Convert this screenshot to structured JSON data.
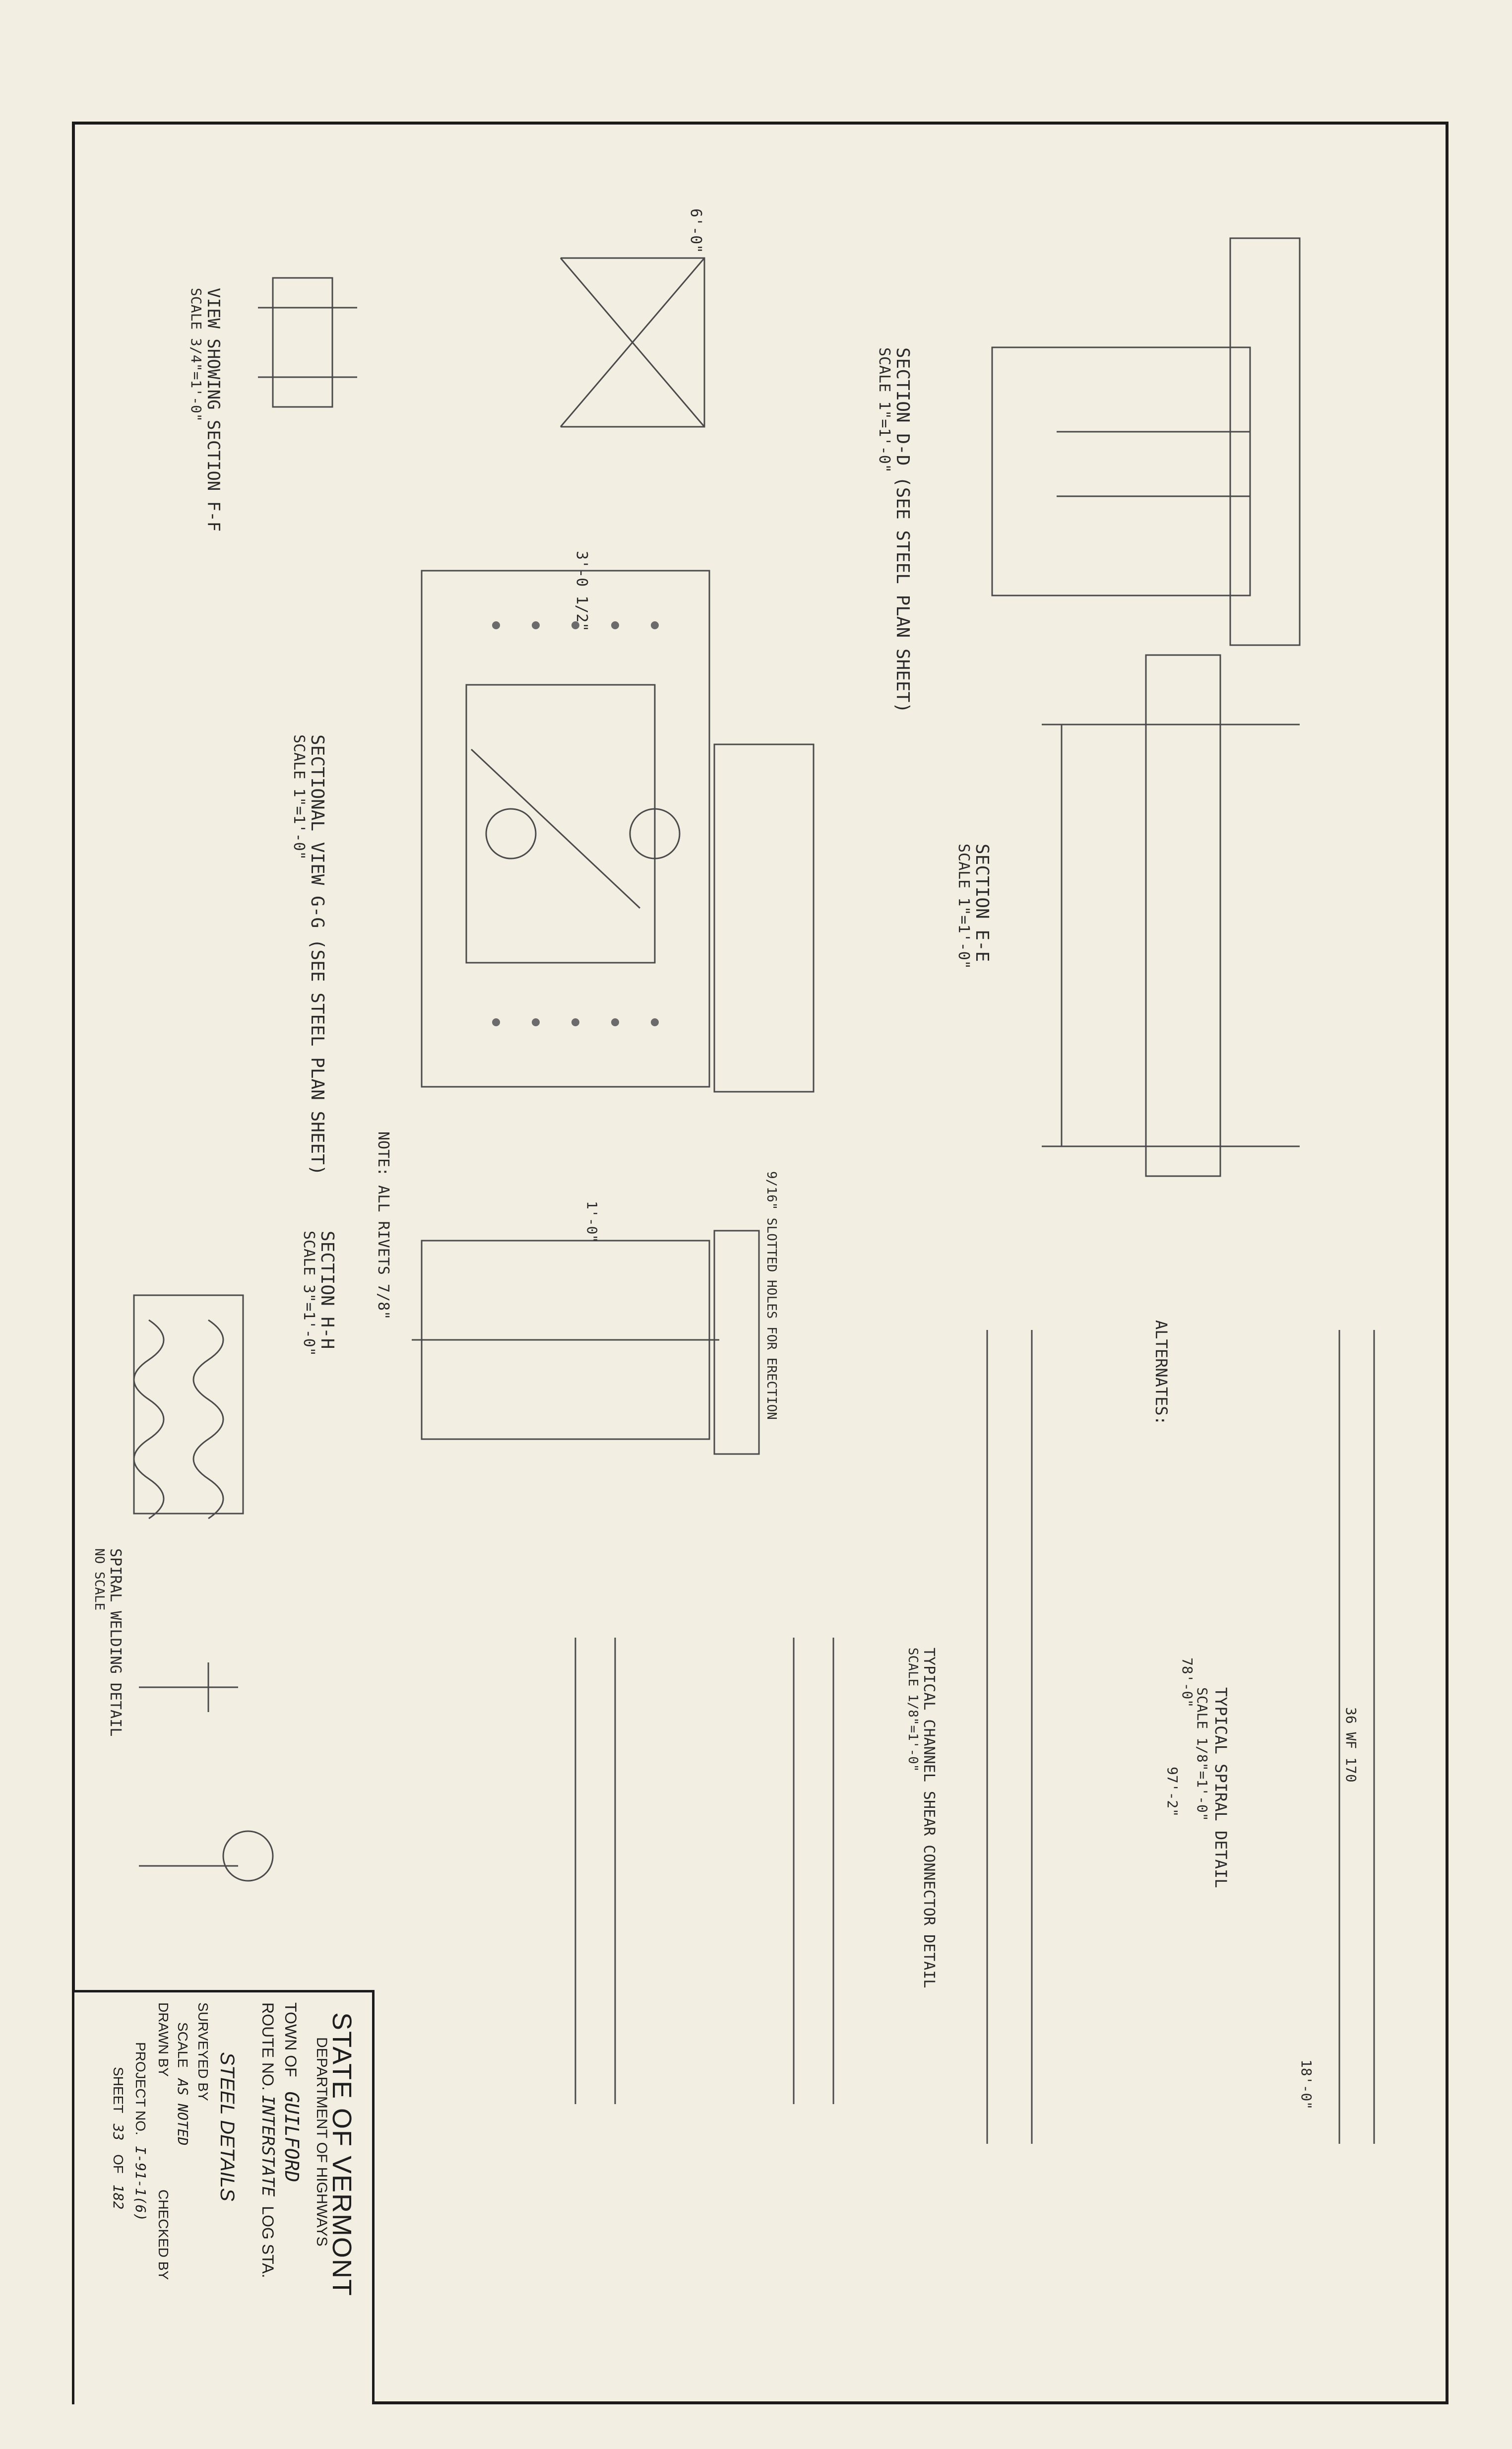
{
  "title_block": {
    "agency": "STATE OF VERMONT",
    "department": "DEPARTMENT OF HIGHWAYS",
    "town_label": "TOWN OF",
    "town": "GUILFORD",
    "route_label": "ROUTE NO.",
    "route_value": "INTERSTATE",
    "log_sta": "LOG STA.",
    "subject": "STEEL DETAILS",
    "surveyed_label": "SURVEYED BY",
    "scale_label": "SCALE",
    "scale_value": "AS NOTED",
    "drawn_label": "DRAWN BY",
    "checked_label": "CHECKED BY",
    "project_label": "PROJECT NO.",
    "project_value": "I-91-1(6)",
    "sheet_label": "SHEET",
    "sheet_value": "33",
    "of_label": "OF",
    "sheet_total": "182"
  },
  "views": {
    "section_ff": "VIEW SHOWING SECTION F-F",
    "section_ff_scale": "SCALE 3/4\"=1'-0\"",
    "section_dd": "SECTION D-D (SEE STEEL PLAN SHEET)",
    "section_dd_scale": "SCALE 1\"=1'-0\"",
    "sectional_gg": "SECTIONAL VIEW G-G (SEE STEEL PLAN SHEET)",
    "sectional_gg_scale": "SCALE 1\"=1'-0\"",
    "section_ee": "SECTION E-E",
    "section_ee_scale": "SCALE 1\"=1'-0\"",
    "section_hh": "SECTION H-H",
    "section_hh_scale": "SCALE 3\"=1'-0\"",
    "note": "NOTE: ALL RIVETS 7/8\"",
    "spiral_detail": "SPIRAL WELDING DETAIL",
    "spiral_scale": "NO SCALE",
    "typical_spiral": "TYPICAL SPIRAL DETAIL",
    "typical_spiral_scale": "SCALE 1/8\"=1'-0\"",
    "typical_channel": "TYPICAL CHANNEL SHEAR CONNECTOR DETAIL",
    "typical_channel_scale": "SCALE 1/8\"=1'-0\"",
    "alternates": "ALTERNATES:",
    "beam": "36 WF 170",
    "dim_top": "3'-0 1/2\"",
    "dim_gg": "6'-0\"",
    "dim_78": "78'-0\"",
    "dim_97": "97'-2\"",
    "dim_18": "18'-0\"",
    "dim_11": "1'-0\"",
    "slotted": "9/16\" SLOTTED HOLES FOR ERECTION"
  }
}
